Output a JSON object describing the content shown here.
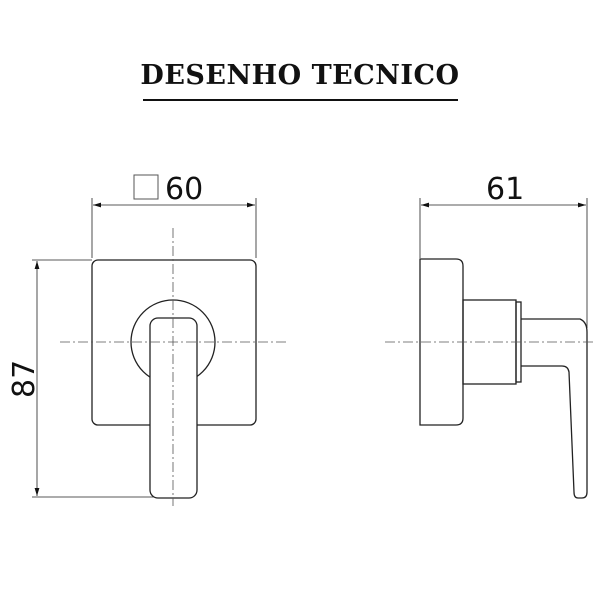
{
  "title": "DESENHO TECNICO",
  "front_view": {
    "width_label": "60",
    "height_label": "87"
  },
  "side_view": {
    "depth_label": "61"
  }
}
